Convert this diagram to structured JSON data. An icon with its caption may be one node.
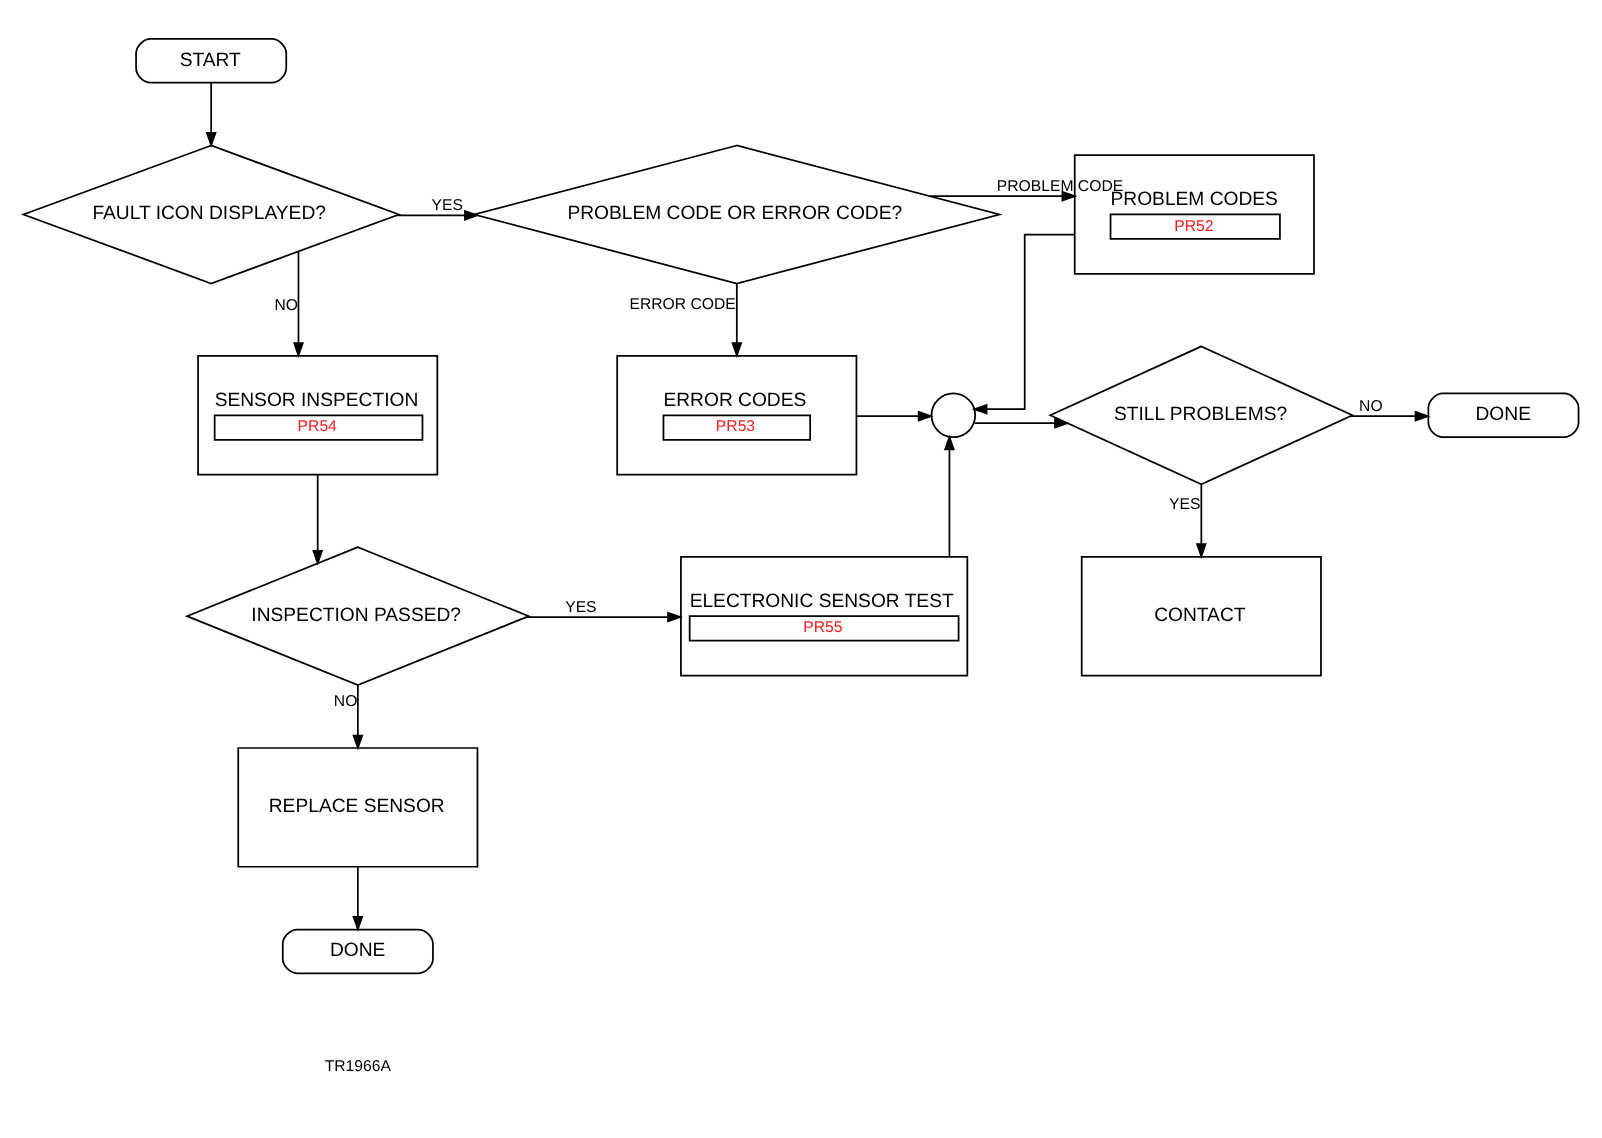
{
  "diagram": {
    "nodes": [
      {
        "text": [
          "START"
        ]
      },
      {
        "text": [
          "FAULT ICON DISPLAYED?"
        ]
      },
      {
        "text": [
          "PROBLEM CODE OR ERROR CODE?"
        ]
      },
      {
        "text": [
          "PROBLEM CODES",
          "PR52"
        ]
      },
      {
        "text": [
          "SENSOR INSPECTION",
          "PR54"
        ]
      },
      {
        "text": [
          "ERROR CODES",
          "PR53"
        ]
      },
      {
        "text": [],
        "shape": "circle"
      },
      {
        "text": [
          "STILL PROBLEMS?"
        ]
      },
      {
        "text": [
          "DONE"
        ]
      },
      {
        "text": [
          "INSPECTION PASSED?"
        ]
      },
      {
        "text": [
          "ELECTRONIC SENSOR TEST",
          "PR55"
        ]
      },
      {
        "text": [
          "CONTACT"
        ]
      },
      {
        "text": [
          "REPLACE SENSOR"
        ]
      },
      {
        "text": [
          "DONE"
        ]
      }
    ],
    "edges": [
      {
        "from": 0,
        "to": 1,
        "arrow": "to"
      },
      {
        "from": 1,
        "to": 2,
        "arrow": "to",
        "label": "YES"
      },
      {
        "from": 2,
        "to": 3,
        "arrow": "to",
        "label": "PROBLEM CODE"
      },
      {
        "from": 1,
        "to": 4,
        "arrow": "to",
        "label": "NO"
      },
      {
        "from": 2,
        "to": 5,
        "arrow": "to",
        "label": "ERROR CODE"
      },
      {
        "from": 3,
        "to": 6,
        "arrow": "to"
      },
      {
        "from": 5,
        "to": 6,
        "arrow": "to"
      },
      {
        "from": 6,
        "to": 7,
        "arrow": "to"
      },
      {
        "from": 7,
        "to": 8,
        "arrow": "to",
        "label": "NO"
      },
      {
        "from": 4,
        "to": 9,
        "arrow": "to"
      },
      {
        "from": 9,
        "to": 10,
        "arrow": "to",
        "label": "YES"
      },
      {
        "from": 10,
        "to": 6,
        "arrow": "to"
      },
      {
        "from": 7,
        "to": 11,
        "arrow": "to",
        "label": "YES"
      },
      {
        "from": 9,
        "to": 12,
        "arrow": "to",
        "label": "NO"
      },
      {
        "from": 12,
        "to": 13,
        "arrow": "to"
      }
    ],
    "labels": [
      "TR1966A"
    ]
  }
}
